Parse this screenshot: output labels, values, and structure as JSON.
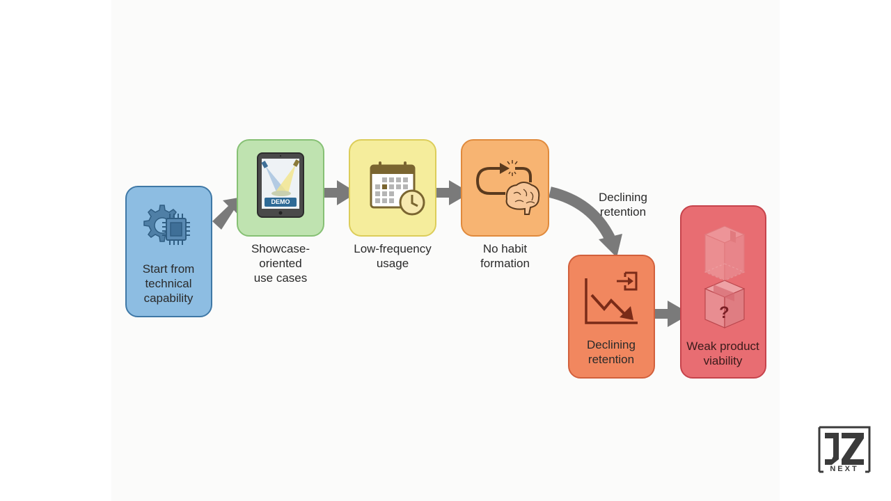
{
  "diagram": {
    "type": "process-flow",
    "steps": [
      {
        "id": "step1",
        "label": "Start from\ntechnical\ncapability",
        "icon": "gear-chip-icon",
        "color": "#8dbde2",
        "border": "#3f78a6"
      },
      {
        "id": "step2",
        "label": "Showcase-\noriented\nuse cases",
        "icon": "tablet-demo-icon",
        "badge": "DEMO",
        "color": "#bfe3b0",
        "border": "#86c074"
      },
      {
        "id": "step3",
        "label": "Low-frequency\nusage",
        "icon": "calendar-clock-icon",
        "color": "#f5ed9c",
        "border": "#dccd5a"
      },
      {
        "id": "step4",
        "label": "No habit\nformation",
        "icon": "broken-loop-brain-icon",
        "color": "#f7b472",
        "border": "#e08a3c"
      },
      {
        "id": "step5",
        "label": "Declining\nretention",
        "icon": "declining-chart-exit-icon",
        "color": "#f1875f",
        "border": "#d2603c"
      },
      {
        "id": "step6",
        "label": "Weak product\nviability",
        "icon": "fading-box-question-icon",
        "color": "#e86d72",
        "border": "#c6434b"
      }
    ],
    "connector_label": "Declining\nretention",
    "arrow_color": "#7a7a7a"
  },
  "logo": {
    "mark": "JZ",
    "text": "NEXT"
  }
}
